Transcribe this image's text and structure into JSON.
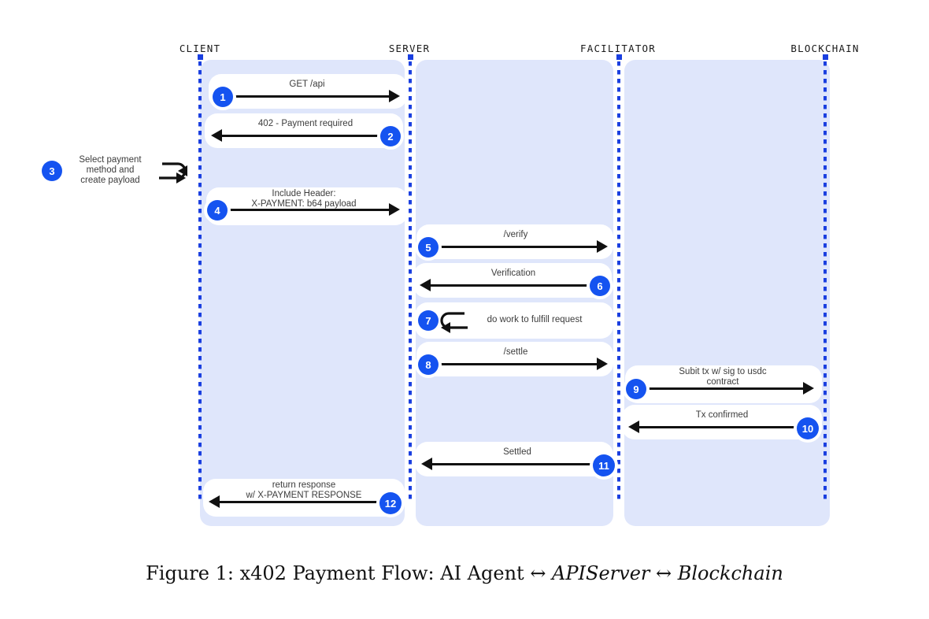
{
  "figure": {
    "caption_prefix": "Figure 1: x402 Payment Flow: AI Agent ",
    "caption_arrow1": "↔",
    "caption_mid": " APIServer ",
    "caption_arrow2": "↔",
    "caption_end": " Blockchain"
  },
  "colors": {
    "band": "#dfe6fb",
    "lifeline": "#1a3fe0",
    "badge": "#1553f0",
    "arrow": "#111111",
    "label_text": "#3c3c3c",
    "pill": "#ffffff",
    "page": "#ffffff"
  },
  "actors": [
    {
      "id": "client",
      "label": "CLIENT"
    },
    {
      "id": "server",
      "label": "SERVER"
    },
    {
      "id": "facilitator",
      "label": "FACILITATOR"
    },
    {
      "id": "blockchain",
      "label": "BLOCKCHAIN"
    }
  ],
  "messages": [
    {
      "step": "1",
      "from": "client",
      "to": "server",
      "direction": "right",
      "label": "GET /api"
    },
    {
      "step": "2",
      "from": "server",
      "to": "client",
      "direction": "left",
      "label": "402 - Payment required"
    },
    {
      "step": "3",
      "from": "client",
      "to": "client",
      "direction": "self",
      "label": "Select payment\nmethod and\ncreate payload"
    },
    {
      "step": "4",
      "from": "client",
      "to": "server",
      "direction": "right",
      "label": "Include Header:\nX-PAYMENT: b64 payload"
    },
    {
      "step": "5",
      "from": "server",
      "to": "facilitator",
      "direction": "right",
      "label": "/verify"
    },
    {
      "step": "6",
      "from": "facilitator",
      "to": "server",
      "direction": "left",
      "label": "Verification"
    },
    {
      "step": "7",
      "from": "server",
      "to": "server",
      "direction": "self",
      "label": "do work to fulfill request"
    },
    {
      "step": "8",
      "from": "server",
      "to": "facilitator",
      "direction": "right",
      "label": "/settle"
    },
    {
      "step": "9",
      "from": "facilitator",
      "to": "blockchain",
      "direction": "right",
      "label": "Subit tx w/ sig to usdc\ncontract"
    },
    {
      "step": "10",
      "from": "blockchain",
      "to": "facilitator",
      "direction": "left",
      "label": "Tx confirmed"
    },
    {
      "step": "11",
      "from": "facilitator",
      "to": "server",
      "direction": "left",
      "label": "Settled"
    },
    {
      "step": "12",
      "from": "server",
      "to": "client",
      "direction": "left",
      "label": "return response\nw/ X-PAYMENT RESPONSE"
    }
  ]
}
